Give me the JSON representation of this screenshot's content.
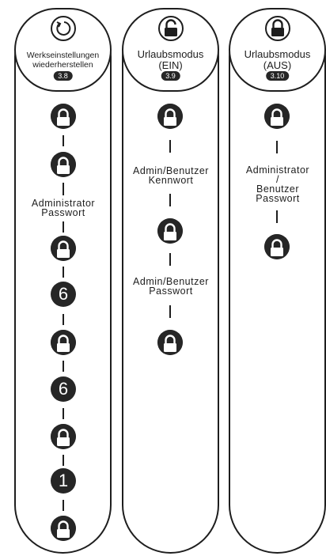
{
  "columns": [
    {
      "title_lines": [
        "Werkseinstellungen",
        "wiederherstellen"
      ],
      "badge": "3.8",
      "header_icon": "reset-icon",
      "labels": [
        "Administrator",
        "Passwort"
      ]
    },
    {
      "title_lines": [
        "Urlaubsmodus",
        "(EIN)"
      ],
      "badge": "3.9",
      "header_icon": "lock-open-icon",
      "labels_a": [
        "Admin/Benutzer",
        "Kennwort"
      ],
      "labels_b": [
        "Admin/Benutzer",
        "Passwort"
      ]
    },
    {
      "title_lines": [
        "Urlaubsmodus",
        "(AUS)"
      ],
      "badge": "3.10",
      "header_icon": "lock-closed-icon",
      "labels": [
        "Administrator",
        "/",
        "Benutzer",
        "Passwort"
      ]
    }
  ],
  "steps_col1": [
    "lock",
    "lock",
    "lock",
    "6",
    "lock",
    "6",
    "lock",
    "1",
    "lock"
  ],
  "colors": {
    "ink": "#1e1e1e",
    "fill": "#262626"
  }
}
